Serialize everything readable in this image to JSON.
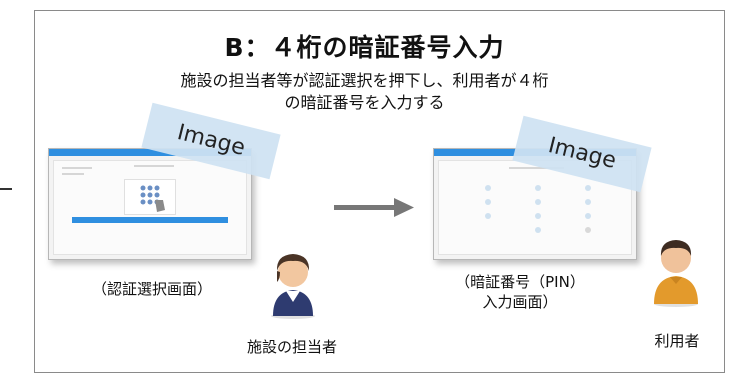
{
  "title": "B：４桁の暗証番号入力",
  "subtitle_line1": "施設の担当者等が認証選択を押下し、利用者が４桁",
  "subtitle_line2": "の暗証番号を入力する",
  "left_screen": {
    "tag": "Image",
    "caption": "（認証選択画面）"
  },
  "right_screen": {
    "tag": "Image",
    "caption_line1": "（暗証番号（PIN）",
    "caption_line2": "入力画面）"
  },
  "staff_label": "施設の担当者",
  "user_label": "利用者",
  "colors": {
    "screen_bar": "#2f8fe0",
    "arrow": "#777777",
    "tag_bg": "#cfe2f2"
  }
}
